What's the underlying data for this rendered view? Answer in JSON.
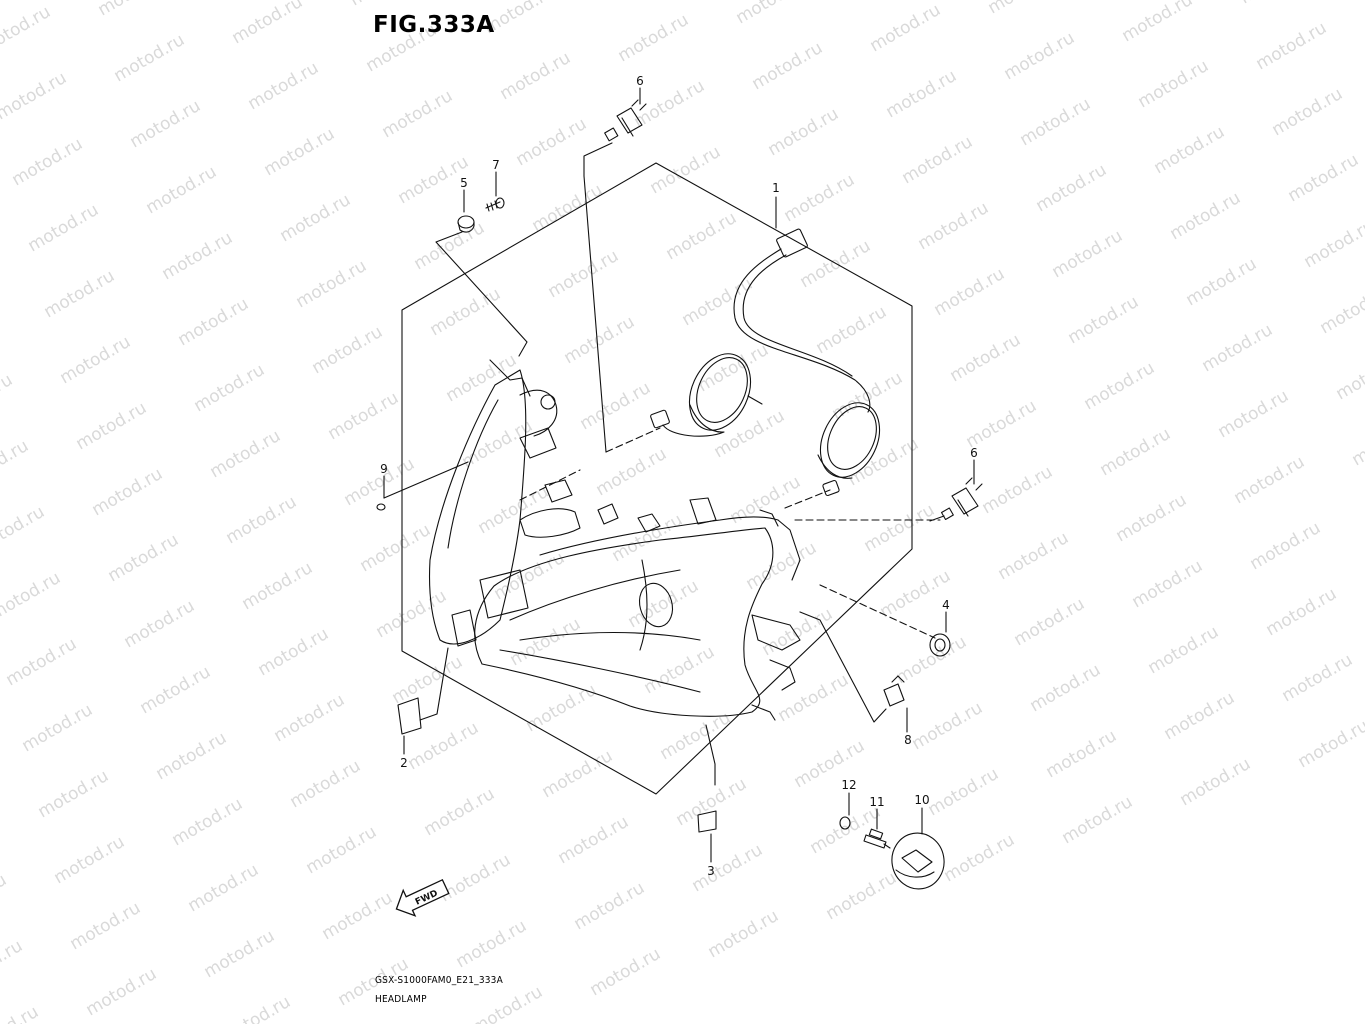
{
  "figure": {
    "title": "FIG.333A",
    "model_code": "GSX-S1000FAM0_E21_333A",
    "section_name": "HEADLAMP"
  },
  "watermark": {
    "text": "motod.ru"
  },
  "fwd_arrow": {
    "label": "FWD"
  },
  "callouts": [
    {
      "id": "1",
      "label": "1"
    },
    {
      "id": "2",
      "label": "2"
    },
    {
      "id": "3",
      "label": "3"
    },
    {
      "id": "4",
      "label": "4"
    },
    {
      "id": "5",
      "label": "5"
    },
    {
      "id": "6a",
      "label": "6"
    },
    {
      "id": "6b",
      "label": "6"
    },
    {
      "id": "7",
      "label": "7"
    },
    {
      "id": "8",
      "label": "8"
    },
    {
      "id": "9",
      "label": "9"
    },
    {
      "id": "10",
      "label": "10"
    },
    {
      "id": "11",
      "label": "11"
    },
    {
      "id": "12",
      "label": "12"
    }
  ],
  "colors": {
    "line": "#111111",
    "watermark": "#b9b9b9",
    "background": "#ffffff"
  }
}
